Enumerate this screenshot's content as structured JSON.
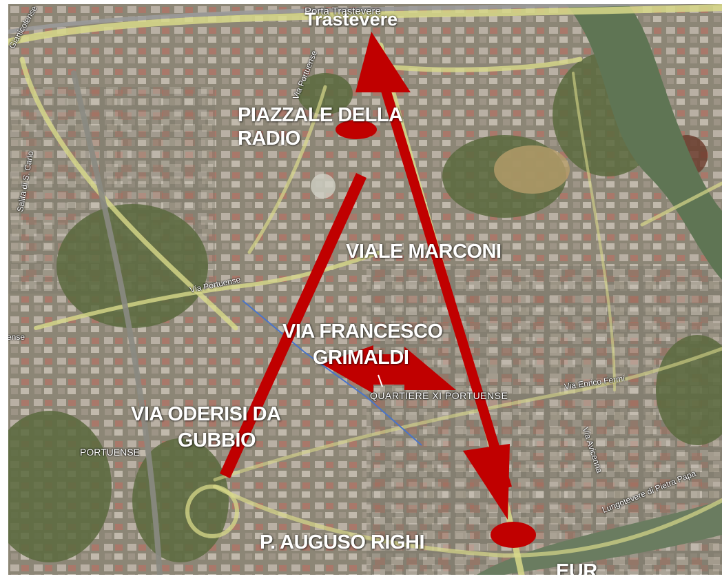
{
  "labels": {
    "trastevere": "Trastevere",
    "piazzale_line1": "PIAZZALE DELLA",
    "piazzale_line2": "RADIO",
    "viale_marconi": "VIALE MARCONI",
    "grimaldi_line1": "VIA FRANCESCO",
    "grimaldi_line2": "GRIMALDI",
    "oderisi_line1": "VIA ODERISI DA",
    "oderisi_line2": "GUBBIO",
    "righi": "P. AUGUSO RIGHI",
    "eur": "EUR"
  },
  "map_labels": {
    "porta_trastevere": "Porta Trastevere",
    "gianicolense": "Gianicolense",
    "via_portuense_top": "Via Portuense",
    "salita": "Salita di S. Carlo",
    "via_portuense_mid": "Via Portuense",
    "portuense_area": "PORTUENSE",
    "quartiere": "QUARTIERE XI PORTUENSE",
    "via_enrico_fermi": "Via Enrico Fermi",
    "via_avicenna": "Via Avicenna",
    "lungotevere": "Lungotevere di Pietra Papa",
    "ense": "ense"
  },
  "colors": {
    "arrow": "#c00000",
    "river": "#5f7554",
    "road": "#d8d98a",
    "blue_route": "#4a74c9"
  }
}
